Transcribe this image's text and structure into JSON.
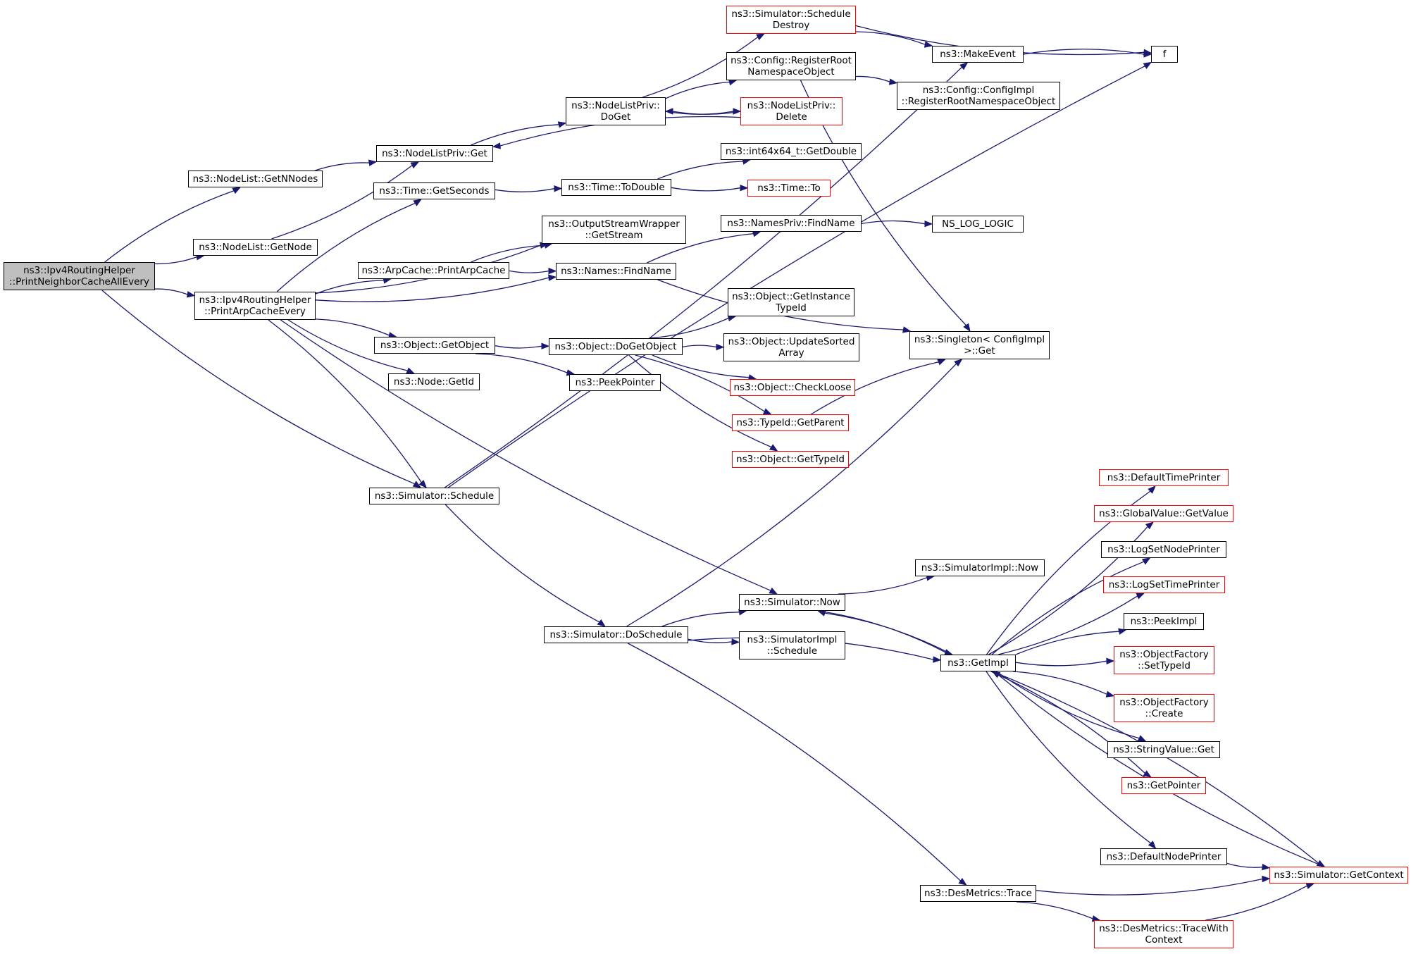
{
  "colors": {
    "edge": "#191970",
    "node_border": "#000000",
    "incomplete_border": "#ff0000",
    "root_fill": "#bfbfbf"
  },
  "nodes": {
    "root": "ns3::Ipv4RoutingHelper\n::PrintNeighborCacheAllEvery",
    "getnnodes": "ns3::NodeList::GetNNodes",
    "getnode": "ns3::NodeList::GetNode",
    "printarpcacheevery": "ns3::Ipv4RoutingHelper\n::PrintArpCacheEvery",
    "nodelistpriv_get": "ns3::NodeListPriv::Get",
    "time_getseconds": "ns3::Time::GetSeconds",
    "arpcache_print": "ns3::ArpCache::PrintArpCache",
    "object_getobject": "ns3::Object::GetObject",
    "node_getid": "ns3::Node::GetId",
    "simulator_schedule": "ns3::Simulator::Schedule",
    "nodelistpriv_doget": "ns3::NodeListPriv::\nDoGet",
    "sim_schedule_destroy": "ns3::Simulator::Schedule\nDestroy",
    "config_registerroot": "ns3::Config::RegisterRoot\nNamespaceObject",
    "nodelistpriv_delete": "ns3::NodeListPriv::\nDelete",
    "int64_getdouble": "ns3::int64x64_t::GetDouble",
    "time_todouble": "ns3::Time::ToDouble",
    "time_to": "ns3::Time::To",
    "outputstream_getstream": "ns3::OutputStreamWrapper\n::GetStream",
    "namespriv_findname": "ns3::NamesPriv::FindName",
    "names_findname": "ns3::Names::FindName",
    "object_getinstancetypeid": "ns3::Object::GetInstance\nTypeId",
    "object_updatesorted": "ns3::Object::UpdateSorted\nArray",
    "object_dogetobject": "ns3::Object::DoGetObject",
    "object_checkloose": "ns3::Object::CheckLoose",
    "typeid_getparent": "ns3::TypeId::GetParent",
    "object_gettypeid": "ns3::Object::GetTypeId",
    "peekpointer": "ns3::PeekPointer",
    "makeevent": "ns3::MakeEvent",
    "f": "f",
    "configimpl_registerroot": "ns3::Config::ConfigImpl\n::RegisterRootNamespaceObject",
    "ns_log_logic": "NS_LOG_LOGIC",
    "singleton_get": "ns3::Singleton< ConfigImpl\n>::Get",
    "simulatorimpl_now": "ns3::SimulatorImpl::Now",
    "simulator_now": "ns3::Simulator::Now",
    "simulator_doschedule": "ns3::Simulator::DoSchedule",
    "simulatorimpl_schedule": "ns3::SimulatorImpl\n::Schedule",
    "getimpl": "ns3::GetImpl",
    "desmetrics_trace": "ns3::DesMetrics::Trace",
    "desmetrics_tracewithcontext": "ns3::DesMetrics::TraceWith\nContext",
    "defaulttimeprinter": "ns3::DefaultTimePrinter",
    "globalvalue_getvalue": "ns3::GlobalValue::GetValue",
    "logsetnodeprinter": "ns3::LogSetNodePrinter",
    "logsettimeprinter": "ns3::LogSetTimePrinter",
    "peekimpl": "ns3::PeekImpl",
    "objectfactory_settypeid": "ns3::ObjectFactory\n::SetTypeId",
    "objectfactory_create": "ns3::ObjectFactory\n::Create",
    "stringvalue_get": "ns3::StringValue::Get",
    "getpointer": "ns3::GetPointer",
    "defaultnodeprinter": "ns3::DefaultNodePrinter",
    "simulator_getcontext": "ns3::Simulator::GetContext"
  },
  "incomplete_nodes": [
    "sim_schedule_destroy",
    "nodelistpriv_delete",
    "time_to",
    "object_checkloose",
    "typeid_getparent",
    "object_gettypeid",
    "desmetrics_tracewithcontext",
    "defaulttimeprinter",
    "globalvalue_getvalue",
    "logsettimeprinter",
    "objectfactory_settypeid",
    "objectfactory_create",
    "getpointer",
    "simulator_getcontext"
  ],
  "edges": [
    [
      "root",
      "getnnodes"
    ],
    [
      "root",
      "getnode"
    ],
    [
      "root",
      "printarpcacheevery"
    ],
    [
      "root",
      "simulator_schedule"
    ],
    [
      "getnnodes",
      "nodelistpriv_get"
    ],
    [
      "getnode",
      "nodelistpriv_get"
    ],
    [
      "printarpcacheevery",
      "time_getseconds"
    ],
    [
      "printarpcacheevery",
      "outputstream_getstream"
    ],
    [
      "printarpcacheevery",
      "arpcache_print"
    ],
    [
      "printarpcacheevery",
      "names_findname"
    ],
    [
      "printarpcacheevery",
      "object_getobject"
    ],
    [
      "printarpcacheevery",
      "node_getid"
    ],
    [
      "printarpcacheevery",
      "simulator_schedule"
    ],
    [
      "printarpcacheevery",
      "simulator_now"
    ],
    [
      "nodelistpriv_get",
      "nodelistpriv_doget"
    ],
    [
      "nodelistpriv_doget",
      "sim_schedule_destroy"
    ],
    [
      "nodelistpriv_doget",
      "config_registerroot"
    ],
    [
      "nodelistpriv_doget",
      "nodelistpriv_delete"
    ],
    [
      "nodelistpriv_delete",
      "nodelistpriv_doget"
    ],
    [
      "nodelistpriv_delete",
      "nodelistpriv_get"
    ],
    [
      "sim_schedule_destroy",
      "makeevent"
    ],
    [
      "sim_schedule_destroy",
      "f"
    ],
    [
      "config_registerroot",
      "configimpl_registerroot"
    ],
    [
      "config_registerroot",
      "singleton_get"
    ],
    [
      "makeevent",
      "f"
    ],
    [
      "time_getseconds",
      "time_todouble"
    ],
    [
      "time_todouble",
      "int64_getdouble"
    ],
    [
      "time_todouble",
      "time_to"
    ],
    [
      "arpcache_print",
      "outputstream_getstream"
    ],
    [
      "arpcache_print",
      "names_findname"
    ],
    [
      "names_findname",
      "namespriv_findname"
    ],
    [
      "names_findname",
      "singleton_get"
    ],
    [
      "namespriv_findname",
      "ns_log_logic"
    ],
    [
      "object_getobject",
      "object_dogetobject"
    ],
    [
      "object_getobject",
      "peekpointer"
    ],
    [
      "object_dogetobject",
      "object_getinstancetypeid"
    ],
    [
      "object_dogetobject",
      "object_updatesorted"
    ],
    [
      "object_dogetobject",
      "object_checkloose"
    ],
    [
      "object_dogetobject",
      "typeid_getparent"
    ],
    [
      "object_dogetobject",
      "object_gettypeid"
    ],
    [
      "typeid_getparent",
      "singleton_get"
    ],
    [
      "simulator_schedule",
      "makeevent"
    ],
    [
      "simulator_schedule",
      "f"
    ],
    [
      "simulator_schedule",
      "simulator_doschedule"
    ],
    [
      "simulator_doschedule",
      "simulator_now"
    ],
    [
      "simulator_doschedule",
      "simulatorimpl_schedule"
    ],
    [
      "simulator_doschedule",
      "getimpl"
    ],
    [
      "simulator_doschedule",
      "singleton_get"
    ],
    [
      "simulator_doschedule",
      "desmetrics_trace"
    ],
    [
      "simulator_now",
      "simulatorimpl_now"
    ],
    [
      "simulator_now",
      "getimpl"
    ],
    [
      "getimpl",
      "simulator_now"
    ],
    [
      "getimpl",
      "defaulttimeprinter"
    ],
    [
      "getimpl",
      "globalvalue_getvalue"
    ],
    [
      "getimpl",
      "logsetnodeprinter"
    ],
    [
      "getimpl",
      "logsettimeprinter"
    ],
    [
      "getimpl",
      "peekimpl"
    ],
    [
      "getimpl",
      "objectfactory_settypeid"
    ],
    [
      "getimpl",
      "objectfactory_create"
    ],
    [
      "getimpl",
      "stringvalue_get"
    ],
    [
      "getimpl",
      "getpointer"
    ],
    [
      "getimpl",
      "defaultnodeprinter"
    ],
    [
      "getimpl",
      "simulator_getcontext"
    ],
    [
      "defaultnodeprinter",
      "simulator_getcontext"
    ],
    [
      "simulator_getcontext",
      "getimpl"
    ],
    [
      "desmetrics_trace",
      "simulator_getcontext"
    ],
    [
      "desmetrics_trace",
      "desmetrics_tracewithcontext"
    ],
    [
      "desmetrics_tracewithcontext",
      "simulator_getcontext"
    ]
  ]
}
